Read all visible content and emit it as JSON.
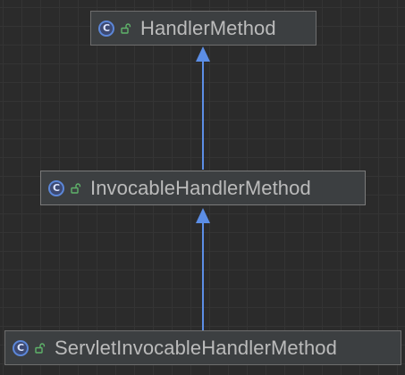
{
  "diagram": {
    "nodes": [
      {
        "id": "n1",
        "name": "HandlerMethod",
        "icon": "class-icon",
        "visibility_icon": "public-unlock-icon"
      },
      {
        "id": "n2",
        "name": "InvocableHandlerMethod",
        "icon": "class-icon",
        "visibility_icon": "public-unlock-icon"
      },
      {
        "id": "n3",
        "name": "ServletInvocableHandlerMethod",
        "icon": "class-icon",
        "visibility_icon": "public-unlock-icon"
      }
    ],
    "edges": [
      {
        "from": "n2",
        "to": "n1",
        "type": "extends"
      },
      {
        "from": "n3",
        "to": "n2",
        "type": "extends"
      }
    ],
    "class_icon_letter": "C",
    "colors": {
      "background": "#2b2b2b",
      "edge": "#5c8ee6",
      "class_icon": "#5c87d9",
      "unlock_icon": "#5fb36a",
      "text": "#bbbbbb"
    }
  }
}
